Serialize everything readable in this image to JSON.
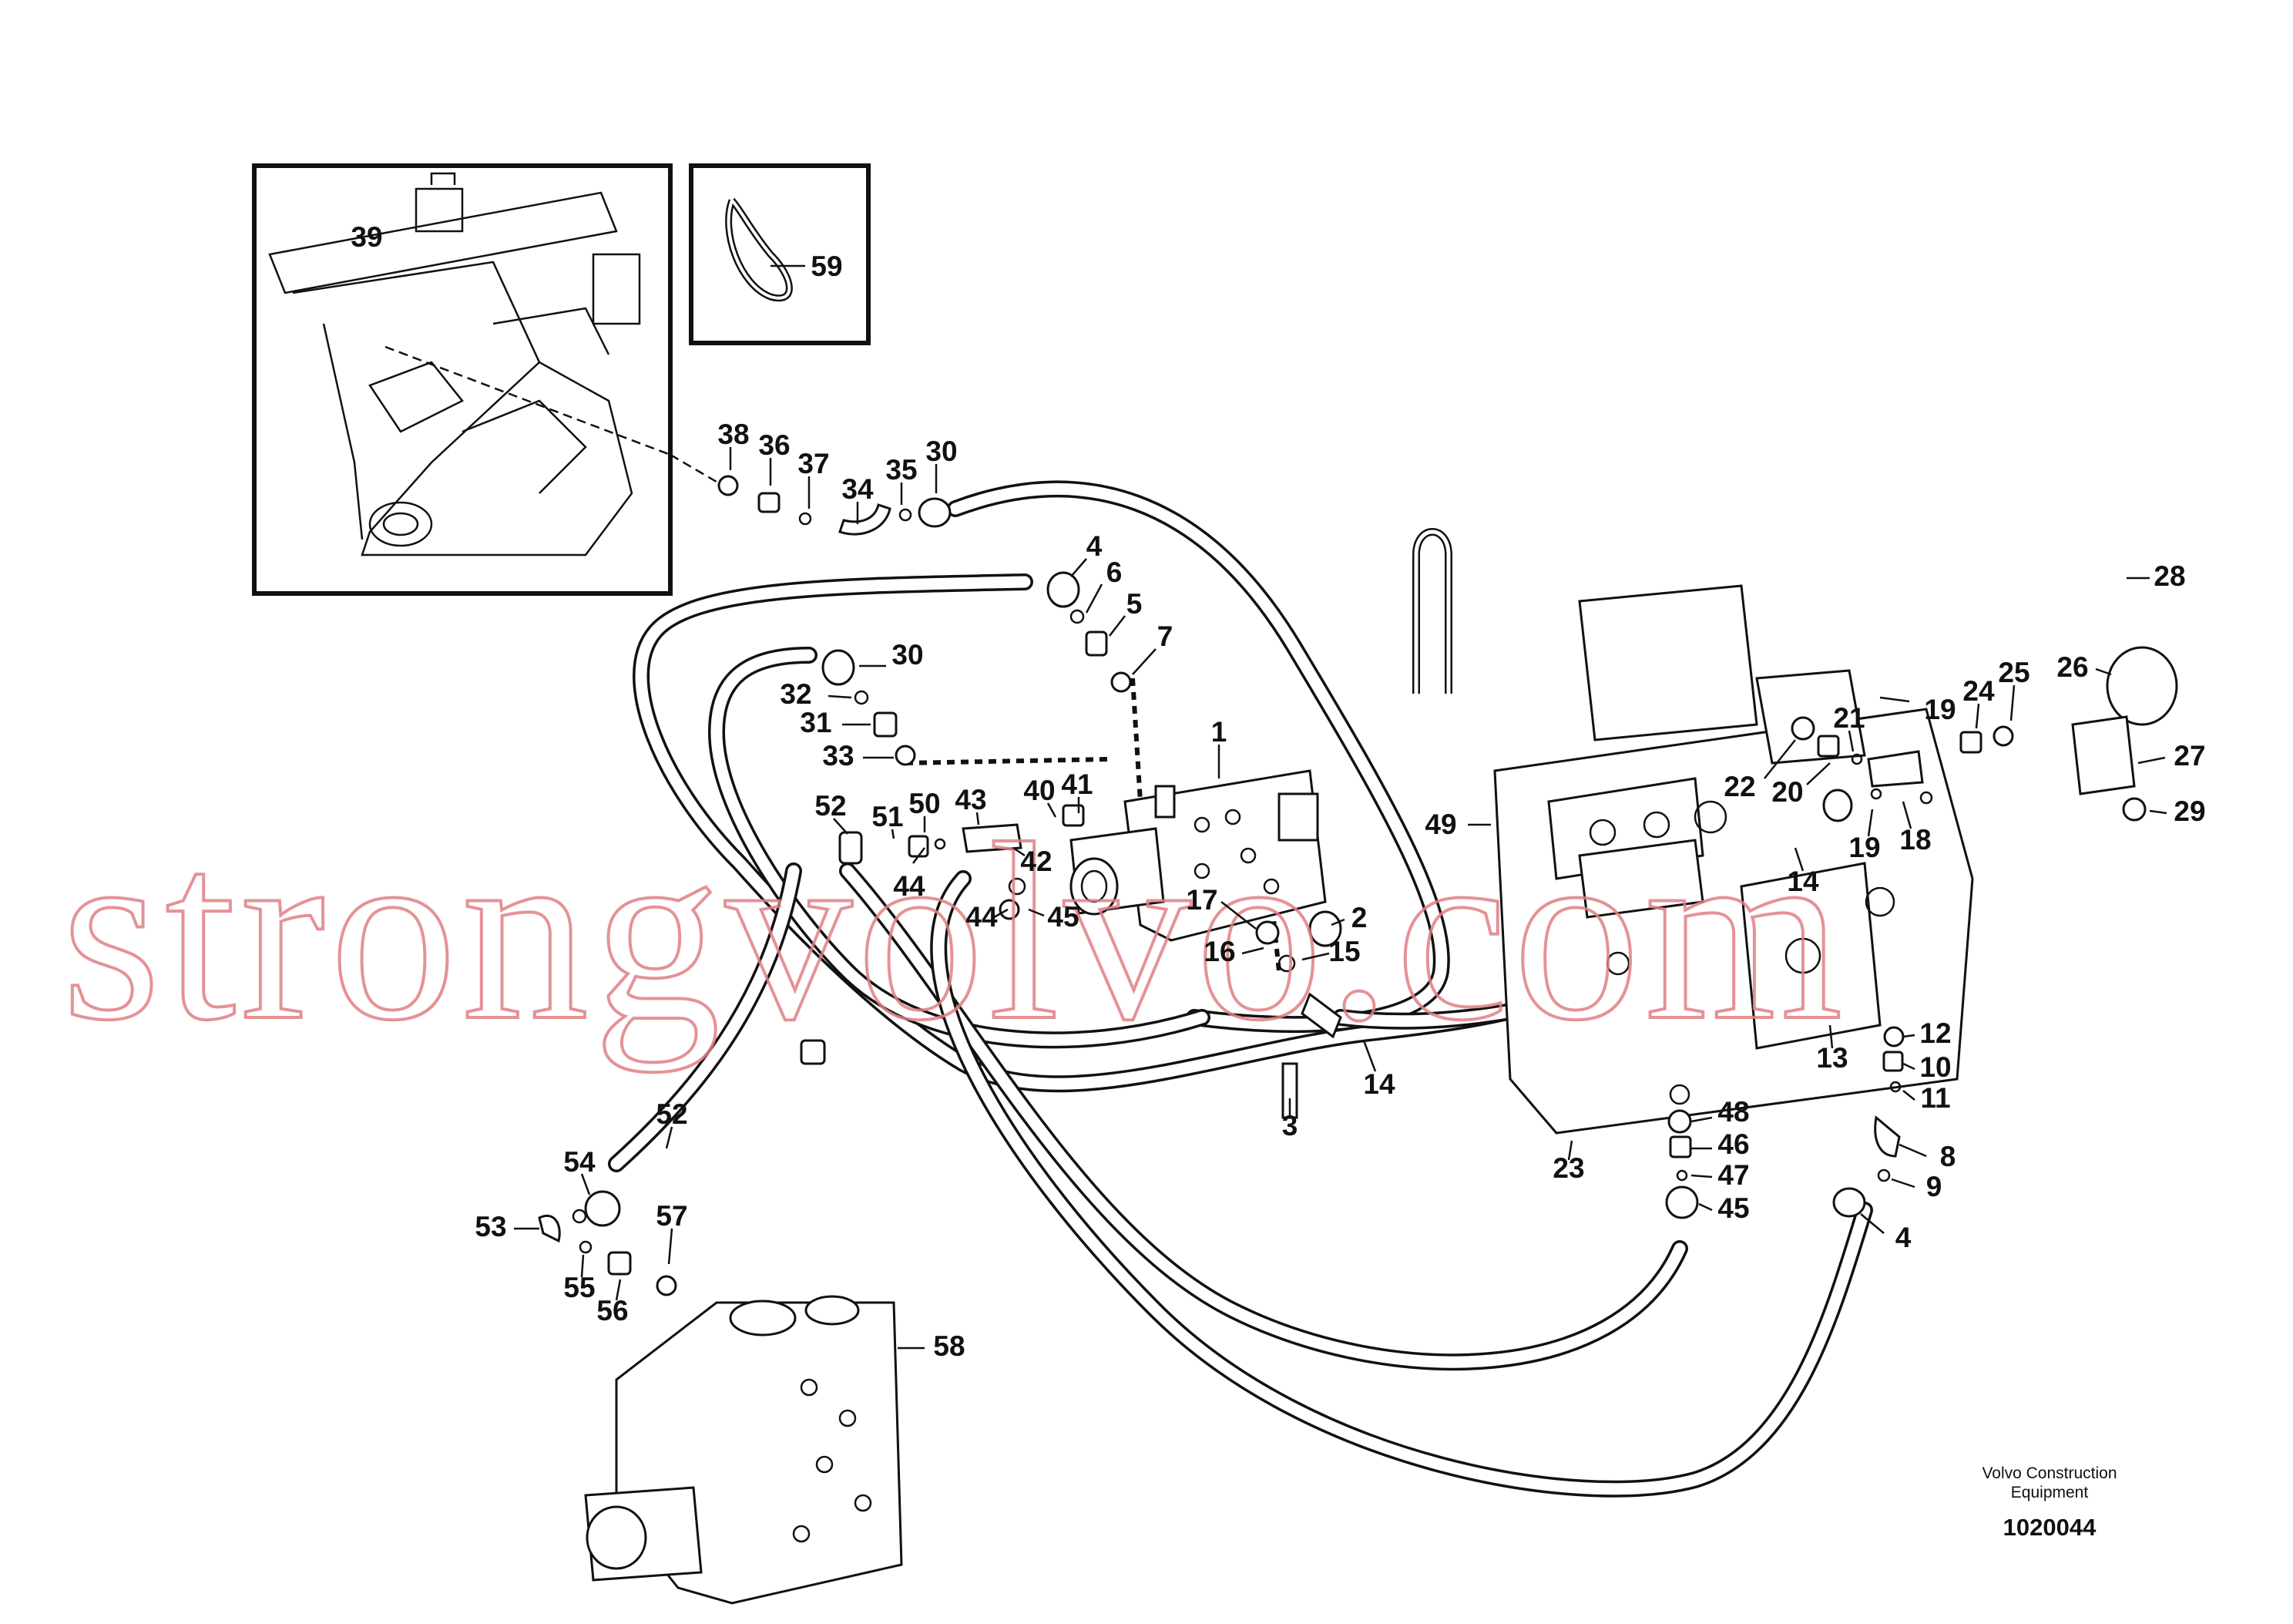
{
  "credit": {
    "line1": "Volvo Construction",
    "line2": "Equipment",
    "number": "1020044"
  },
  "watermark": "strongvolvo.com",
  "callouts": [
    {
      "text": "39"
    },
    {
      "text": "59"
    },
    {
      "text": "38"
    },
    {
      "text": "36"
    },
    {
      "text": "37"
    },
    {
      "text": "34"
    },
    {
      "text": "35"
    },
    {
      "text": "30"
    },
    {
      "text": "4"
    },
    {
      "text": "6"
    },
    {
      "text": "5"
    },
    {
      "text": "7"
    },
    {
      "text": "30"
    },
    {
      "text": "32"
    },
    {
      "text": "31"
    },
    {
      "text": "33"
    },
    {
      "text": "1"
    },
    {
      "text": "40"
    },
    {
      "text": "41"
    },
    {
      "text": "43"
    },
    {
      "text": "50"
    },
    {
      "text": "51"
    },
    {
      "text": "52"
    },
    {
      "text": "44"
    },
    {
      "text": "42"
    },
    {
      "text": "44"
    },
    {
      "text": "45"
    },
    {
      "text": "17"
    },
    {
      "text": "2"
    },
    {
      "text": "16"
    },
    {
      "text": "15"
    },
    {
      "text": "3"
    },
    {
      "text": "14"
    },
    {
      "text": "49"
    },
    {
      "text": "14"
    },
    {
      "text": "22"
    },
    {
      "text": "20"
    },
    {
      "text": "21"
    },
    {
      "text": "19"
    },
    {
      "text": "19"
    },
    {
      "text": "18"
    },
    {
      "text": "24"
    },
    {
      "text": "25"
    },
    {
      "text": "26"
    },
    {
      "text": "28"
    },
    {
      "text": "27"
    },
    {
      "text": "29"
    },
    {
      "text": "13"
    },
    {
      "text": "12"
    },
    {
      "text": "10"
    },
    {
      "text": "11"
    },
    {
      "text": "8"
    },
    {
      "text": "9"
    },
    {
      "text": "4"
    },
    {
      "text": "48"
    },
    {
      "text": "46"
    },
    {
      "text": "47"
    },
    {
      "text": "45"
    },
    {
      "text": "23"
    },
    {
      "text": "52"
    },
    {
      "text": "54"
    },
    {
      "text": "53"
    },
    {
      "text": "57"
    },
    {
      "text": "55"
    },
    {
      "text": "56"
    },
    {
      "text": "58"
    }
  ]
}
